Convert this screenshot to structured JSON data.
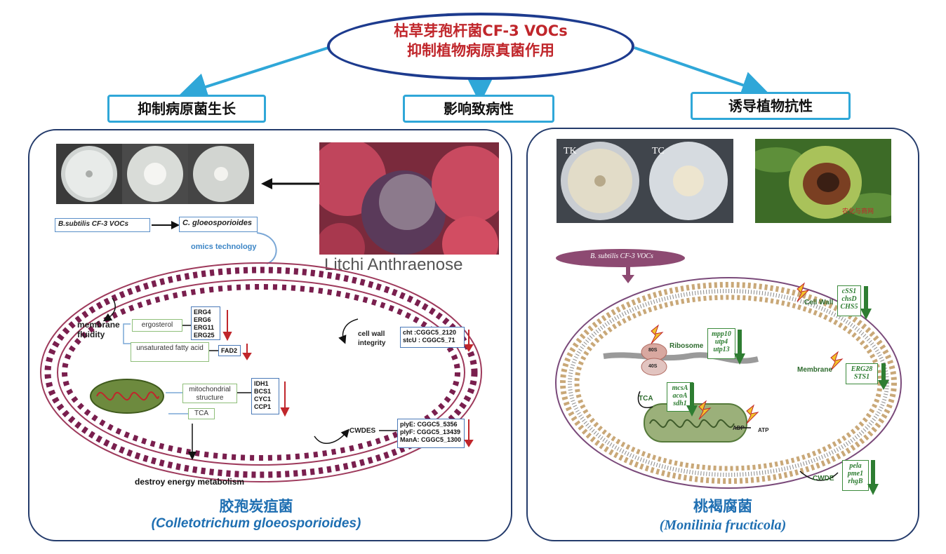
{
  "title": {
    "line1": "枯草芽孢杆菌CF-3 VOCs",
    "line2": "抑制植物病原真菌作用"
  },
  "branches": [
    {
      "label": "抑制病原菌生长"
    },
    {
      "label": "影响致病性"
    },
    {
      "label": "诱导植物抗性"
    }
  ],
  "left_panel": {
    "photo_caption": "Litchi Anthraenose",
    "flow_left": "B.subtilis CF-3 VOCs",
    "flow_right": "C. gloeosporioides",
    "omics": "omics technology",
    "membrane_fluidity": "membrane fluidity",
    "ergosterol": "ergosterol",
    "erg_genes": [
      "ERG4",
      "ERG6",
      "ERG11",
      "ERG25"
    ],
    "unsaturated": "unsaturated fatty acid",
    "fad": "FAD2",
    "mito": "mitochondrial structure",
    "tca": "TCA",
    "mito_genes": [
      "IDH1",
      "BCS1",
      "CYC1",
      "CCP1"
    ],
    "cell_wall": "cell wall integrity",
    "cw_genes": [
      "cht :CGGC5_2120",
      "stcU : CGGC5_71"
    ],
    "cwdes": "CWDES",
    "cwdes_genes": [
      "plyE: CGGC5_5356",
      "plyF: CGGC5_13439",
      "ManA: CGGC5_1300"
    ],
    "destroy": "destroy energy metabolism",
    "caption_cn": "胶孢炭疽菌",
    "caption_la": "(Colletotrichum gloeosporioides)"
  },
  "right_panel": {
    "plate_tk": "TK",
    "plate_tc": "TC",
    "watermark": "农化与商网",
    "vocs": "B. subtilis CF-3 VOCs",
    "cell_wall": "Cell Wall",
    "cw_genes": [
      "cSS1",
      "chsD",
      "CHS5"
    ],
    "ribosome": "Ribosome",
    "rib_80s": "80S",
    "rib_40s": "40S",
    "rib_genes": [
      "mpp10",
      "utp4",
      "utp13"
    ],
    "membrane": "Membrane",
    "mem_genes": [
      "ERG28",
      "STS1"
    ],
    "tca": "TCA",
    "tca_genes": [
      "mcsA",
      "acoA",
      "sdh1"
    ],
    "adp": "ADP",
    "atp": "ATP",
    "cwde": "CWDE",
    "cwde_genes": [
      "pela",
      "pme1",
      "rhgB"
    ],
    "caption_cn": "桃褐腐菌",
    "caption_la": "(Monilinia fructicola)"
  },
  "colors": {
    "title_red": "#c0262b",
    "ellipse_blue": "#1d3b8e",
    "branch_cyan": "#2fa7d8",
    "caption_blue": "#1f6fb2",
    "gene_green": "#2e7d32",
    "down_red": "#c0262b"
  }
}
